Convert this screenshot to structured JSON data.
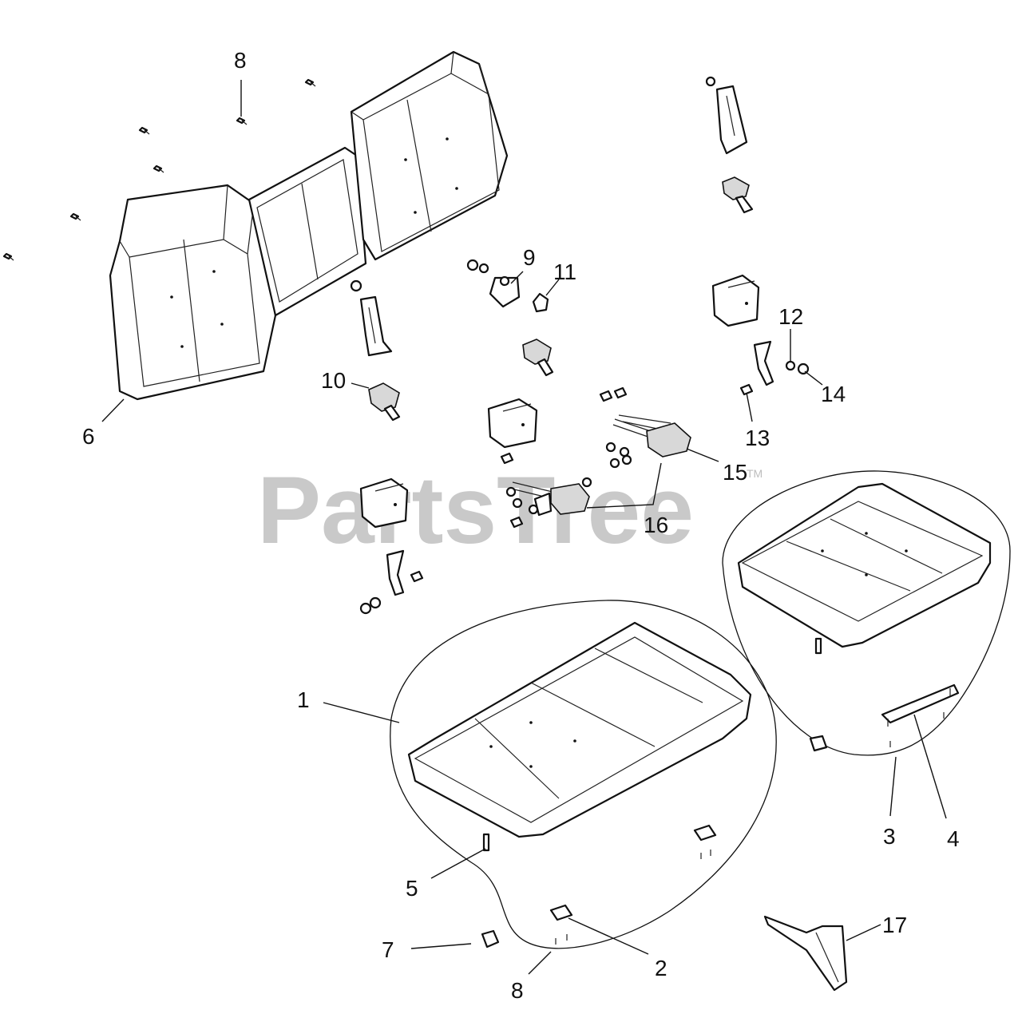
{
  "watermark": {
    "text": "PartsTree",
    "trademark": "TM"
  },
  "callouts": {
    "c1": "1",
    "c2": "2",
    "c3": "3",
    "c4": "4",
    "c5": "5",
    "c6": "6",
    "c7": "7",
    "c8a": "8",
    "c8b": "8",
    "c9": "9",
    "c10": "10",
    "c11": "11",
    "c12": "12",
    "c13": "13",
    "c14": "14",
    "c15": "15",
    "c16": "16",
    "c17": "17"
  }
}
